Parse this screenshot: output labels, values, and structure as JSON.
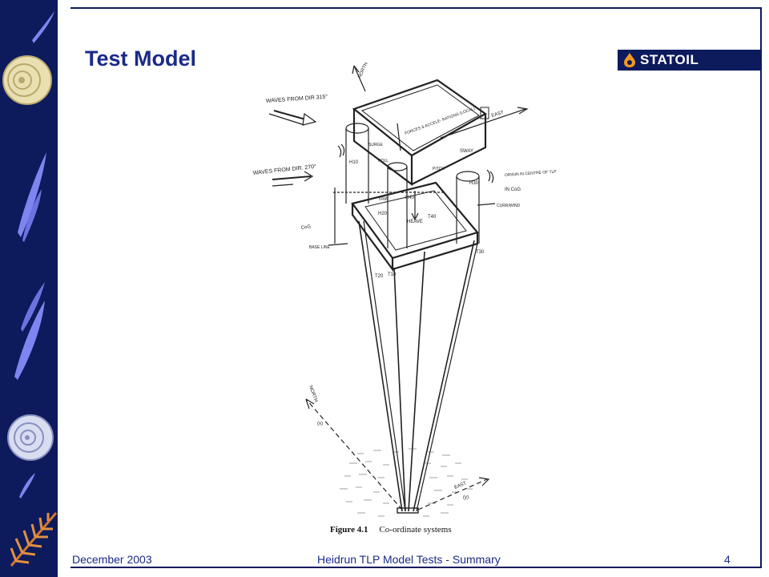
{
  "slide": {
    "title": "Test Model",
    "logo_text": "STATOIL",
    "footer_date": "December 2003",
    "footer_title": "Heidrun TLP Model Tests - Summary",
    "page_number": "4"
  },
  "figure": {
    "caption_label": "Figure 4.1",
    "caption_text": "Co-ordinate systems",
    "annotations": {
      "north_top": "NORTH",
      "waves_315": "WAVES FROM DIR 315°",
      "waves_270": "WAVES FROM DIR. 270°",
      "east_top": "EAST",
      "forces": "FORCES & ACCELE- RATIONS (LOCAL)",
      "sway": "SWAY",
      "surge": "SURGE",
      "roll": "ROLL",
      "pitch": "PITCH",
      "yaw": "YAW",
      "heave": "HEAVE",
      "origin": "ORIGIN IN CENTRE OF TLP",
      "in_cog": "IN CoG",
      "current_wind": "CURR/WIND",
      "cog": "CoG",
      "base_line": "BASE LINE",
      "h10": "H10",
      "h20": "H20",
      "h30": "H30",
      "h40": "H40",
      "t10": "T10",
      "t20": "T20",
      "t30": "T30",
      "t40": "T40",
      "north_bottom": "NORTH",
      "x_label": "(x)",
      "east_bottom": "EAST",
      "y_label": "(y)"
    }
  },
  "colors": {
    "navy": "#0d1a5c",
    "title_blue": "#1a2a8a",
    "fossil_blue": "#7d86f0",
    "fossil_cream": "#e9dfb0",
    "logo_orange": "#f39a1e"
  }
}
